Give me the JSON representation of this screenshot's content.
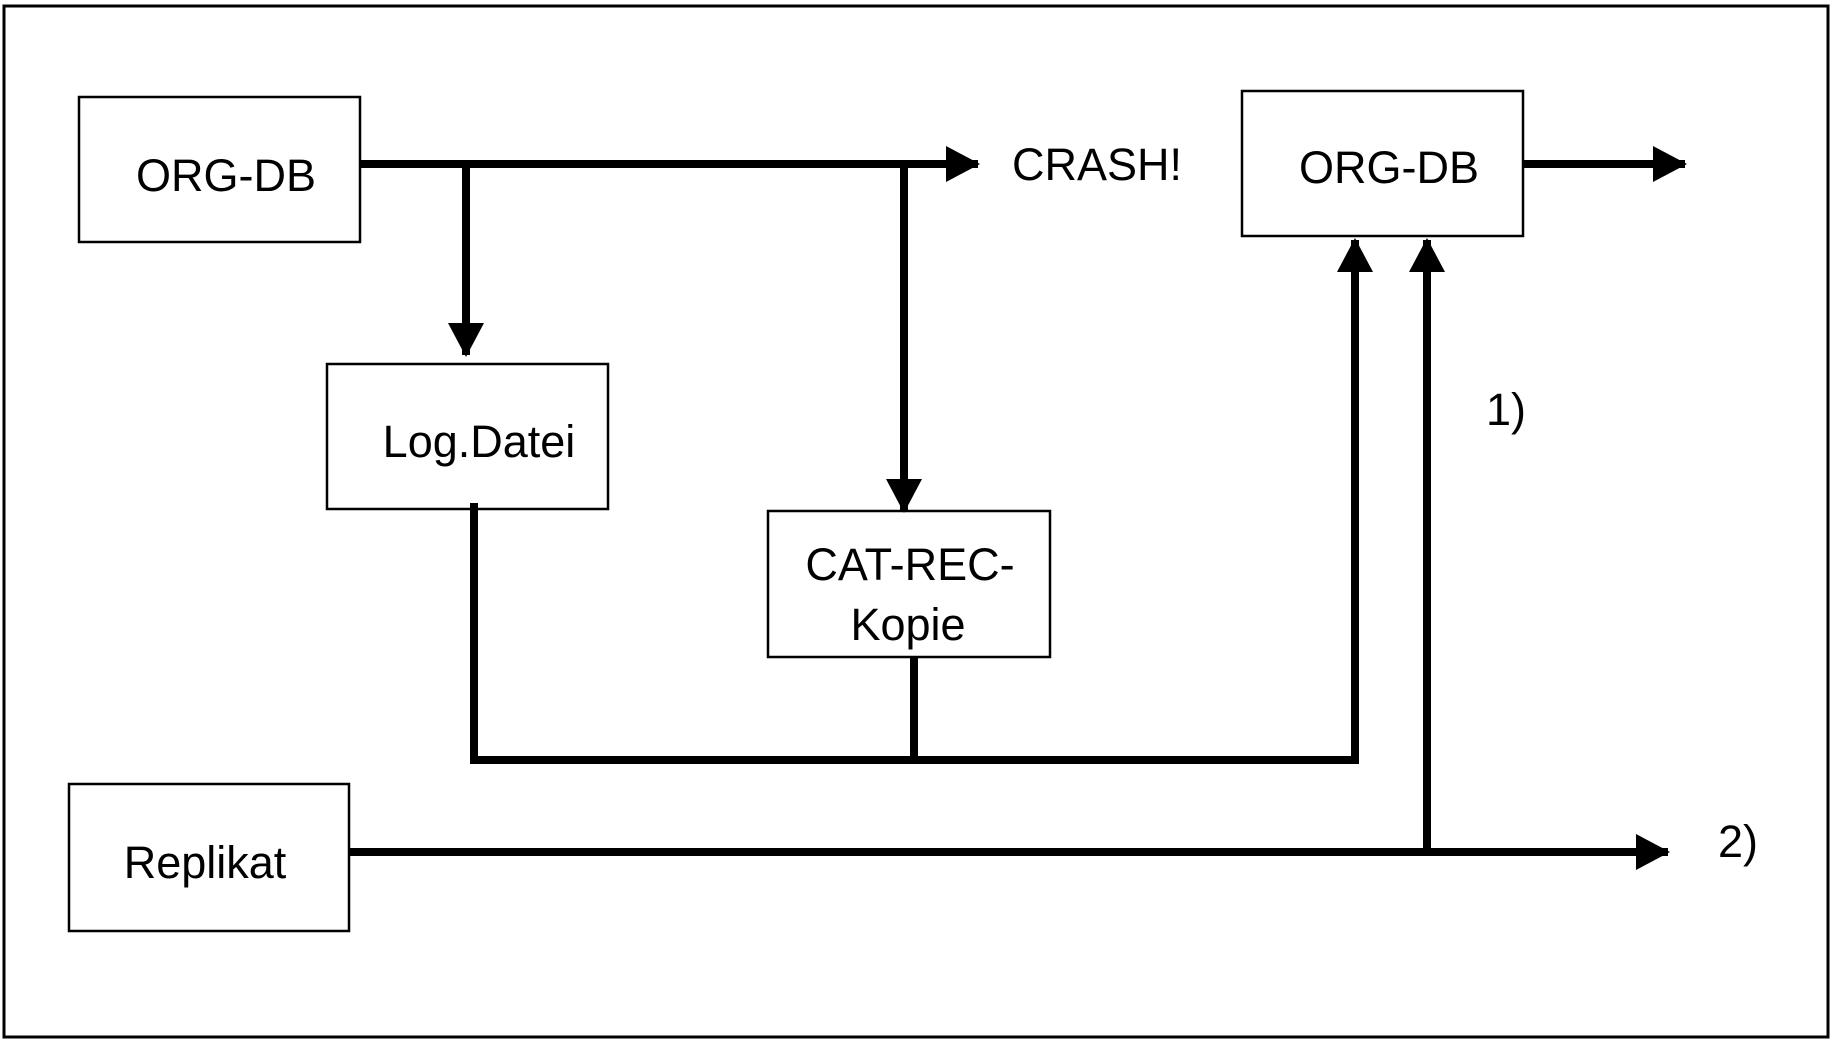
{
  "boxes": {
    "org_db_source": "ORG-DB",
    "log_datei": "Log.Datei",
    "cat_rec_line1": "CAT-REC-",
    "cat_rec_line2": "Kopie",
    "org_db_target": "ORG-DB",
    "replikat": "Replikat"
  },
  "labels": {
    "crash": "CRASH!",
    "path_1": "1)",
    "path_2": "2)"
  }
}
